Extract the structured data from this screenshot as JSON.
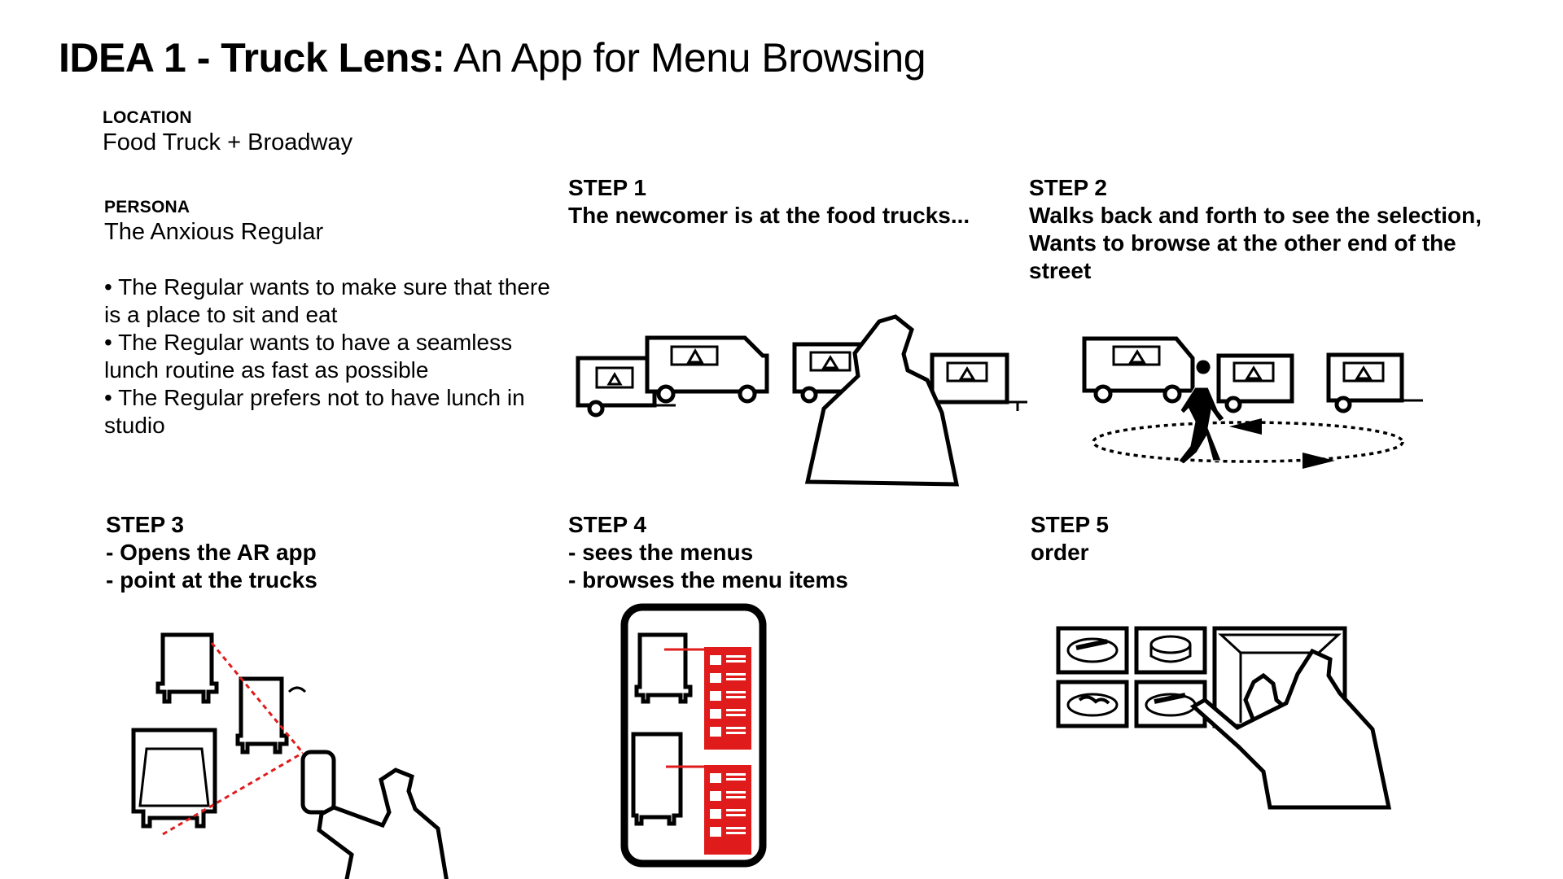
{
  "title": {
    "bold": "IDEA 1 - Truck Lens:",
    "rest": " An App for Menu Browsing"
  },
  "location": {
    "label": "LOCATION",
    "value": "Food Truck + Broadway"
  },
  "persona": {
    "label": "PERSONA",
    "value": "The Anxious Regular",
    "bullets": [
      "• The Regular wants to make sure that there is a place to sit and eat",
      "• The Regular wants to have a seamless lunch routine as fast as possible",
      "• The Regular prefers not to have lunch in studio"
    ]
  },
  "steps": [
    {
      "label": "STEP 1",
      "lines": [
        "The newcomer is at the food trucks..."
      ]
    },
    {
      "label": "STEP 2",
      "lines": [
        "Walks back and forth to see the selection,",
        "Wants to browse at the other end of the",
        "street"
      ]
    },
    {
      "label": "STEP 3",
      "lines": [
        "- Opens the AR app",
        "- point at the trucks"
      ]
    },
    {
      "label": "STEP 4",
      "lines": [
        "- sees the menus",
        "- browses the menu items"
      ]
    },
    {
      "label": "STEP 5",
      "lines": [
        "order"
      ]
    }
  ],
  "colors": {
    "accent": "#e01b1b",
    "ink": "#000000",
    "background": "#ffffff"
  },
  "icons": [
    "food-truck-icon",
    "person-silhouette-icon",
    "walking-person-icon",
    "phone-icon",
    "menu-board-icon",
    "food-dish-icon"
  ]
}
